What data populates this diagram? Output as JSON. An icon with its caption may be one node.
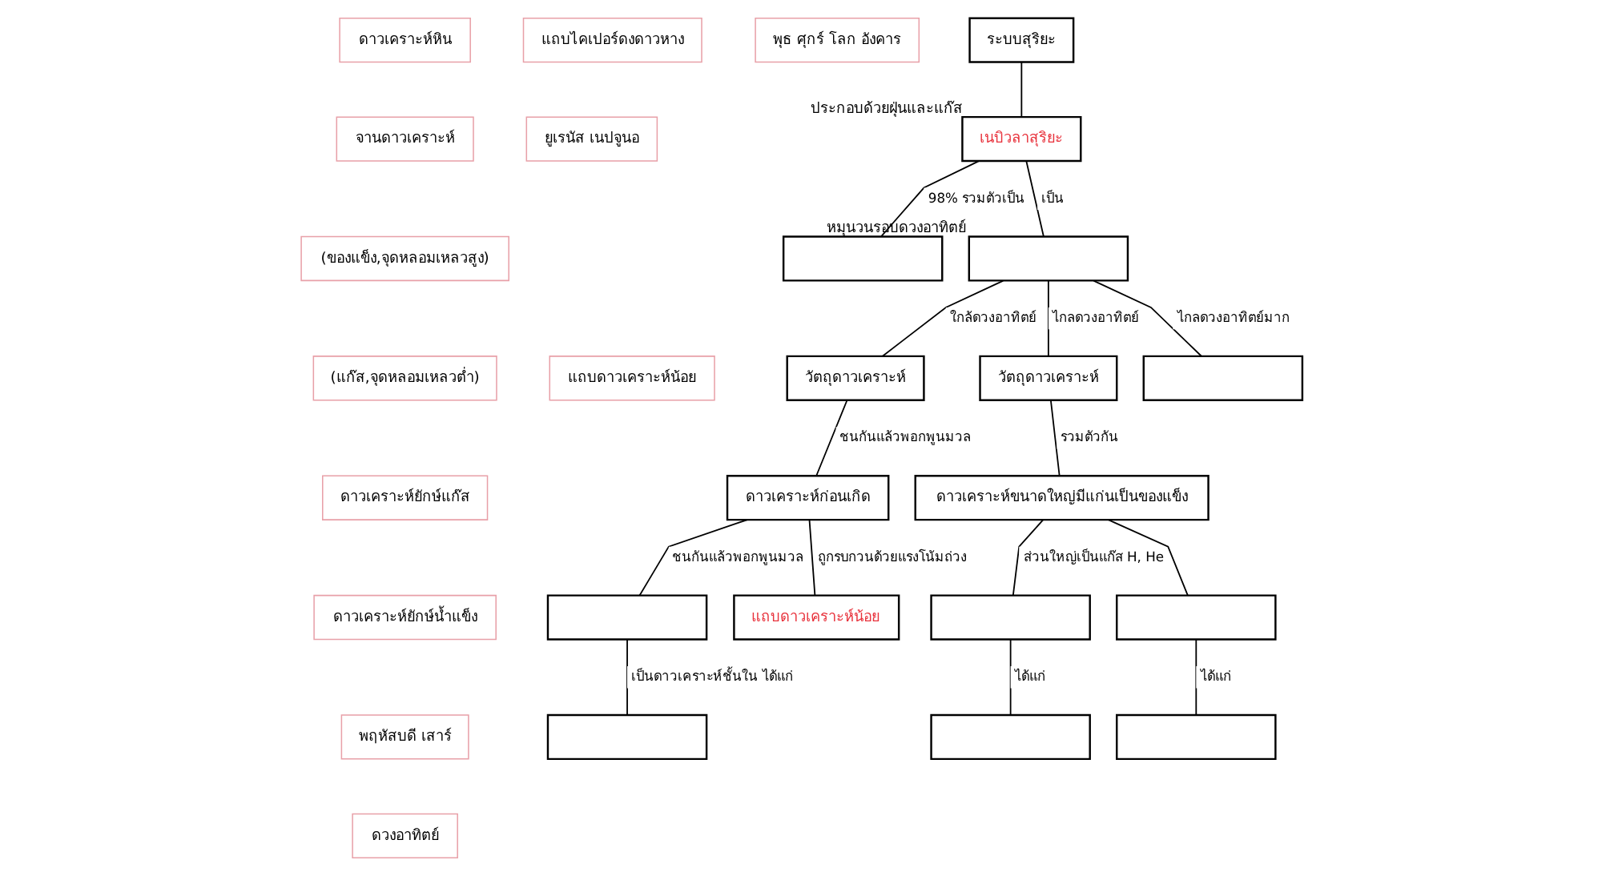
{
  "diagram": {
    "nodes": [
      {
        "text": [
          "ดาวเคราะห์หิน"
        ]
      },
      {
        "text": [
          "แถบไคเปอร์ดงดาวหาง"
        ]
      },
      {
        "text": [
          "พุธ ศุกร์ โลก อังคาร"
        ]
      },
      {
        "text": [
          "จานดาวเคราะห์"
        ]
      },
      {
        "text": [
          "ยูเรนัส เนปจูนอ"
        ]
      },
      {
        "text": [
          "(ของแข็ง,จุดหลอมเหลวสูง)"
        ]
      },
      {
        "text": [
          "(แก๊ส,จุดหลอมเหลวต่ำ)"
        ]
      },
      {
        "text": [
          "แถบดาวเคราะห์น้อย"
        ]
      },
      {
        "text": [
          "ดาวเคราะห์ยักษ์แก๊ส"
        ]
      },
      {
        "text": [
          "ดาวเคราะห์ยักษ์น้ำแข็ง"
        ]
      },
      {
        "text": [
          "พฤหัสบดี เสาร์"
        ]
      },
      {
        "text": [
          "ดวงอาทิตย์"
        ]
      },
      {
        "text": [
          "ระบบสุริยะ"
        ]
      },
      {
        "text": [
          "เนบิวลาสุริยะ"
        ],
        "beside": [
          "ประกอบด้วยฝุ่นและแก๊ส"
        ]
      },
      {
        "text": [],
        "shape": "box"
      },
      {
        "text": [],
        "shape": "box",
        "beside": [
          "หมุนวนรอบดวงอาทิตย์"
        ]
      },
      {
        "text": [
          "วัตถุดาวเคราะห์"
        ]
      },
      {
        "text": [
          "วัตถุดาวเคราะห์"
        ]
      },
      {
        "text": [],
        "shape": "box"
      },
      {
        "text": [
          "ดาวเคราะห์ก่อนเกิด"
        ]
      },
      {
        "text": [
          "ดาวเคราะห์ขนาดใหญ่มีแก่นเป็นของแข็ง"
        ]
      },
      {
        "text": [],
        "shape": "box"
      },
      {
        "text": [
          "แถบดาวเคราะห์น้อย"
        ]
      },
      {
        "text": [],
        "shape": "box"
      },
      {
        "text": [],
        "shape": "box"
      },
      {
        "text": [],
        "shape": "box"
      },
      {
        "text": [],
        "shape": "box"
      },
      {
        "text": [],
        "shape": "box"
      }
    ],
    "edges": [
      {
        "from": 12,
        "to": 13,
        "arrow": "none"
      },
      {
        "from": 13,
        "to": 14,
        "arrow": "none",
        "label": "98% รวมตัวเป็น"
      },
      {
        "from": 13,
        "to": 15,
        "arrow": "none",
        "label": "เป็น"
      },
      {
        "from": 15,
        "to": 16,
        "arrow": "none",
        "label": "ใกล้ดวงอาทิตย์"
      },
      {
        "from": 15,
        "to": 17,
        "arrow": "none",
        "label": "ไกลดวงอาทิตย์"
      },
      {
        "from": 15,
        "to": 18,
        "arrow": "none",
        "label": "ไกลดวงอาทิตย์มาก"
      },
      {
        "from": 16,
        "to": 19,
        "arrow": "none",
        "label": "ชนกันแล้วพอกพูนมวล"
      },
      {
        "from": 17,
        "to": 20,
        "arrow": "none",
        "label": "รวมตัวกัน"
      },
      {
        "from": 19,
        "to": 21,
        "arrow": "none",
        "label": "ชนกันแล้วพอกพูนมวล"
      },
      {
        "from": 19,
        "to": 22,
        "arrow": "none",
        "label": "ถูกรบกวนด้วยแรงโน้มถ่วง"
      },
      {
        "from": 20,
        "to": 23,
        "arrow": "none",
        "label": "ส่วนใหญ่เป็นแก๊ส H, He"
      },
      {
        "from": 20,
        "to": 24,
        "arrow": "none"
      },
      {
        "from": 21,
        "to": 25,
        "arrow": "none",
        "label": "เป็นดาวเคราะห์ชั้นใน ได้แก่"
      },
      {
        "from": 23,
        "to": 26,
        "arrow": "none",
        "label": "ได้แก่"
      },
      {
        "from": 24,
        "to": 27,
        "arrow": "none",
        "label": "ได้แก่"
      }
    ]
  }
}
